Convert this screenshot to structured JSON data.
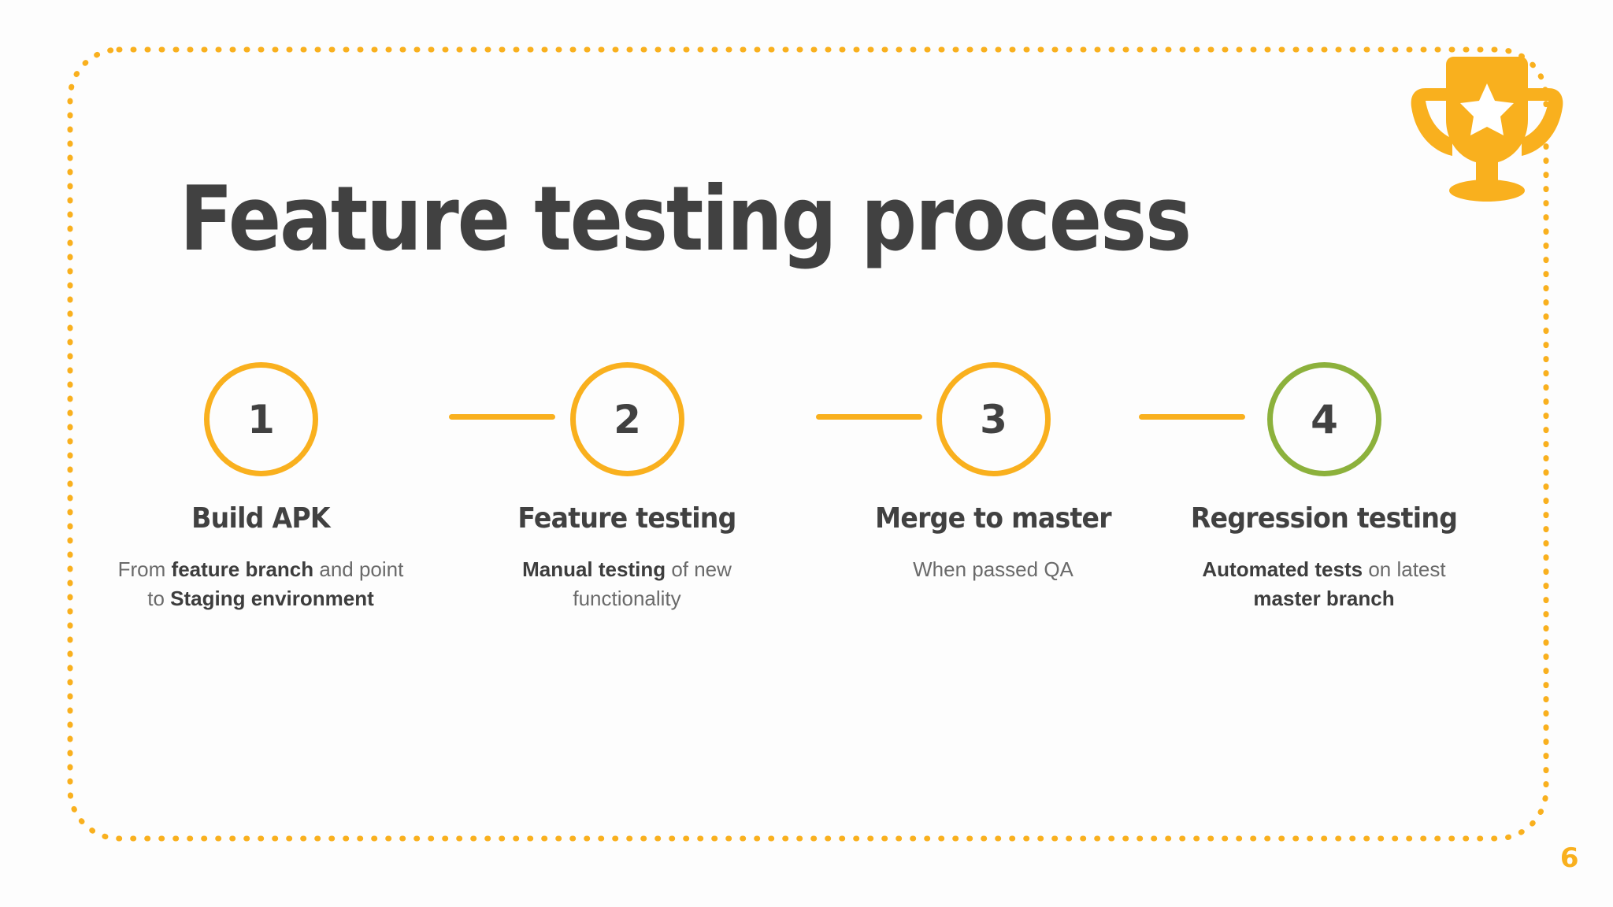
{
  "slide": {
    "title": "Feature testing process",
    "page_number": "6",
    "background_color": "#fdfdfd",
    "accent_color": "#f9b01e",
    "success_color": "#8cb13c",
    "text_color": "#414141"
  },
  "decor": {
    "frame_name": "dotted-rounded-border",
    "frame_color": "#f9b01e",
    "trophy_name": "trophy-icon",
    "trophy_color": "#f9b01e",
    "trophy_star_color": "#ffffff"
  },
  "steps": [
    {
      "number": "1",
      "title": "Build APK",
      "circle_color": "#f9b01e",
      "desc_parts": [
        {
          "text": "From ",
          "bold": false
        },
        {
          "text": "feature branch",
          "bold": true
        },
        {
          "text": " and point to ",
          "bold": false
        },
        {
          "text": "Staging environment",
          "bold": true
        }
      ],
      "desc_plain": "From feature branch and point to Staging environment"
    },
    {
      "number": "2",
      "title": "Feature testing",
      "circle_color": "#f9b01e",
      "desc_parts": [
        {
          "text": "Manual testing",
          "bold": true
        },
        {
          "text": " of new functionality",
          "bold": false
        }
      ],
      "desc_plain": "Manual testing of new functionality"
    },
    {
      "number": "3",
      "title": "Merge to master",
      "circle_color": "#f9b01e",
      "desc_parts": [
        {
          "text": "When passed QA",
          "bold": false
        }
      ],
      "desc_plain": "When passed QA"
    },
    {
      "number": "4",
      "title": "Regression testing",
      "circle_color": "#8cb13c",
      "desc_parts": [
        {
          "text": "Automated tests",
          "bold": true
        },
        {
          "text": " on latest ",
          "bold": false
        },
        {
          "text": "master branch",
          "bold": true
        }
      ],
      "desc_plain": "Automated tests on latest master branch"
    }
  ],
  "connectors": [
    {
      "name": "connector-1-2",
      "color": "#f9b01e"
    },
    {
      "name": "connector-2-3",
      "color": "#f9b01e"
    },
    {
      "name": "connector-3-4",
      "color": "#f9b01e"
    }
  ]
}
